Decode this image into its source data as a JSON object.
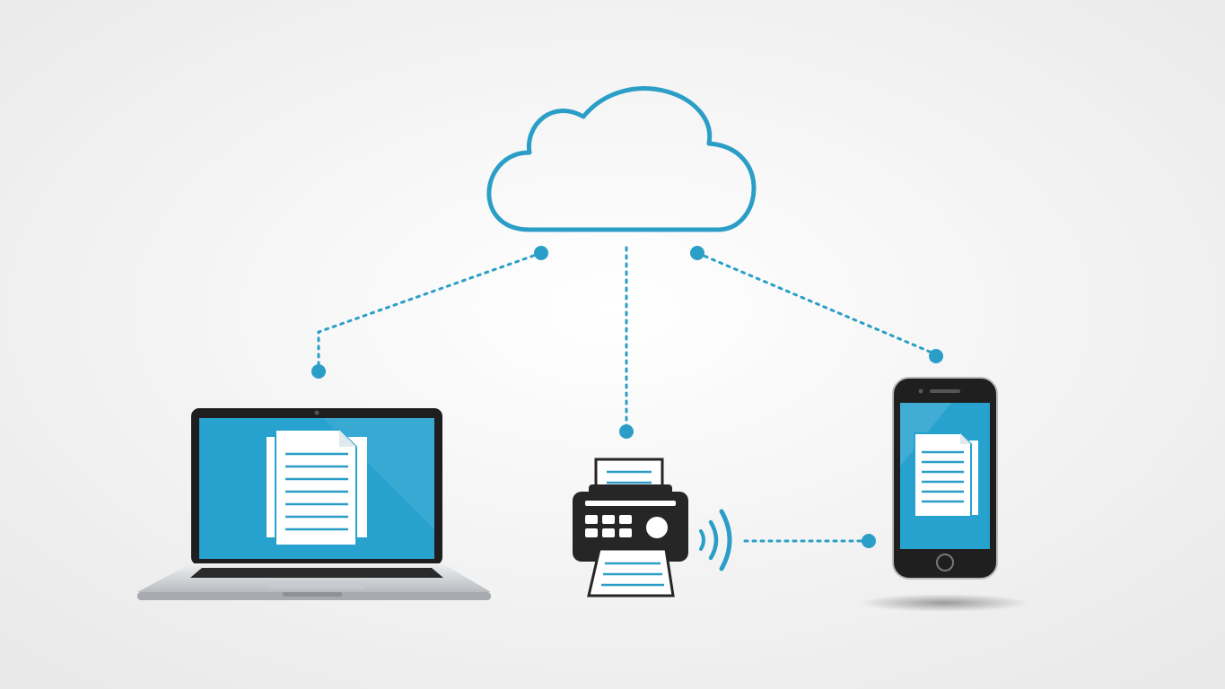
{
  "colors": {
    "accent": "#2b9ec7",
    "screen": "#27a2cf",
    "screen_light": "#48b6dc",
    "device_dark": "#262626",
    "paper": "#ffffff",
    "paper_line": "#2b9ec7",
    "laptop_silver": "#d9dcdf"
  },
  "diagram": {
    "nodes": [
      {
        "id": "cloud",
        "icon": "cloud-icon"
      },
      {
        "id": "laptop",
        "icon": "laptop-icon",
        "shows": "document-icon"
      },
      {
        "id": "fax",
        "icon": "fax-machine-icon",
        "shows": "document-icon"
      },
      {
        "id": "phone",
        "icon": "smartphone-icon",
        "shows": "document-icon"
      }
    ],
    "connections": [
      {
        "from": "cloud",
        "to": "laptop",
        "style": "dotted"
      },
      {
        "from": "cloud",
        "to": "fax",
        "style": "dotted"
      },
      {
        "from": "cloud",
        "to": "phone",
        "style": "dotted"
      },
      {
        "from": "fax",
        "to": "phone",
        "style": "dotted-wireless"
      }
    ]
  }
}
